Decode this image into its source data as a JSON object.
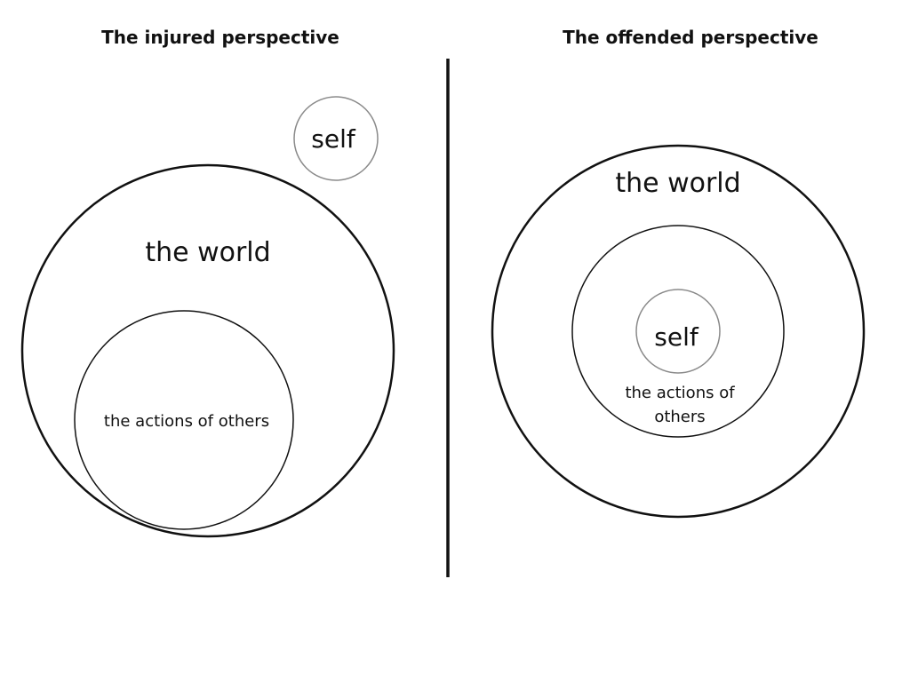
{
  "left_panel": {
    "title": "The injured perspective",
    "world_label": "the world",
    "self_label": "self",
    "others_label": "the actions of others"
  },
  "right_panel": {
    "title": "The offended perspective",
    "world_label": "the world",
    "self_label": "self",
    "others_label_line1": "the actions of",
    "others_label_line2": "others"
  },
  "colors": {
    "stroke": "#111111",
    "self_stroke": "#8a8a8a",
    "background": "#ffffff"
  }
}
